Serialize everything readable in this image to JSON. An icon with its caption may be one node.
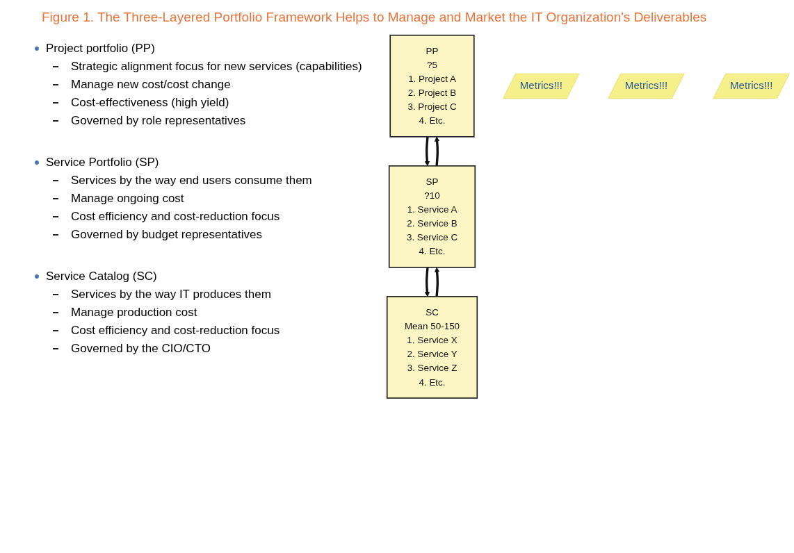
{
  "diagram": {
    "title": "Figure 1. The Three-Layered Portfolio Framework Helps to Manage and Market the IT Organization's Deliverables",
    "nodes": [
      {
        "text": [
          "PP",
          "?5",
          "1. Project A",
          "2. Project B",
          "3. Project C",
          "4. Etc."
        ]
      },
      {
        "text": [
          "Metrics!!!"
        ]
      },
      {
        "text": [
          "SP",
          "?10",
          "1. Service A",
          "2. Service B",
          "3. Service C",
          "4. Etc."
        ]
      },
      {
        "text": [
          "Metrics!!!"
        ]
      },
      {
        "text": [
          "SC",
          "Mean 50-150",
          "1. Service X",
          "2. Service Y",
          "3. Service Z",
          "4. Etc."
        ]
      },
      {
        "text": [
          "Metrics!!!"
        ]
      }
    ],
    "edges": [
      {
        "from": 2,
        "to": 0,
        "arrow": "to"
      },
      {
        "from": 0,
        "to": 2,
        "arrow": "to"
      },
      {
        "from": 4,
        "to": 2,
        "arrow": "to"
      },
      {
        "from": 2,
        "to": 4,
        "arrow": "to"
      }
    ],
    "labels": [
      "Project portfolio (PP)",
      "Strategic alignment focus for new services (capabilities)",
      "Manage new cost/cost change",
      "Cost-effectiveness (high yield)",
      "Governed by role representatives",
      "Service Portfolio (SP)",
      "Services by the way end users consume them",
      "Manage ongoing cost",
      "Cost efficiency and cost-reduction focus",
      "Governed by budget representatives",
      "Service Catalog (SC)",
      "Services by the way IT produces them",
      "Manage production cost",
      "Cost efficiency and cost-reduction focus",
      "Governed by the CIO/CTO"
    ]
  }
}
